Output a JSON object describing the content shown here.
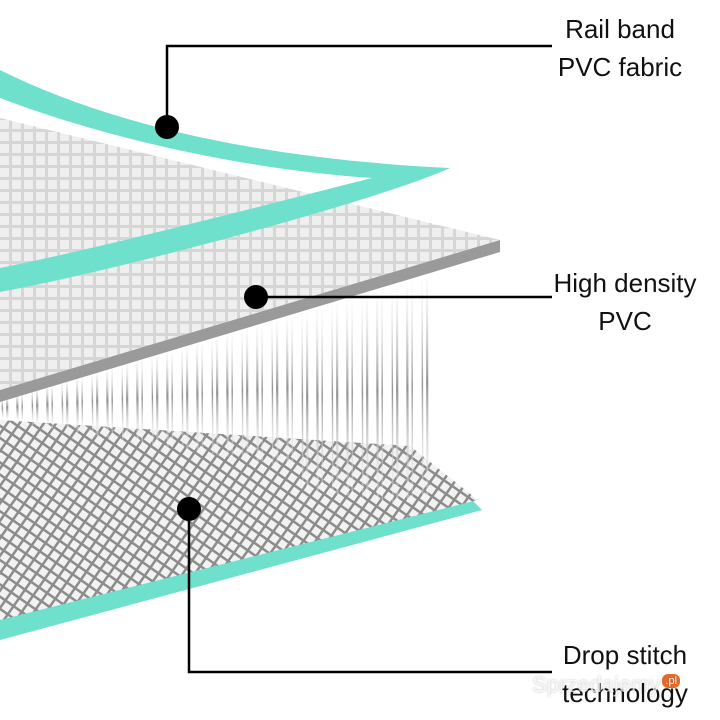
{
  "labels": {
    "rail_band": {
      "line1": "Rail band",
      "line2": "PVC fabric"
    },
    "high_density": {
      "line1": "High density",
      "line2": "PVC"
    },
    "drop_stitch": {
      "line1": "Drop stitch",
      "line2": "technology"
    }
  },
  "watermark": {
    "text": "Sprzedajemy",
    "suffix": ".pl"
  },
  "colors": {
    "rail_band": "#6fe0cc",
    "mesh_face": "#c9c9c9",
    "mesh_line": "#8f8f8f",
    "fibers": "#9a9a9a",
    "leader": "#000000"
  }
}
